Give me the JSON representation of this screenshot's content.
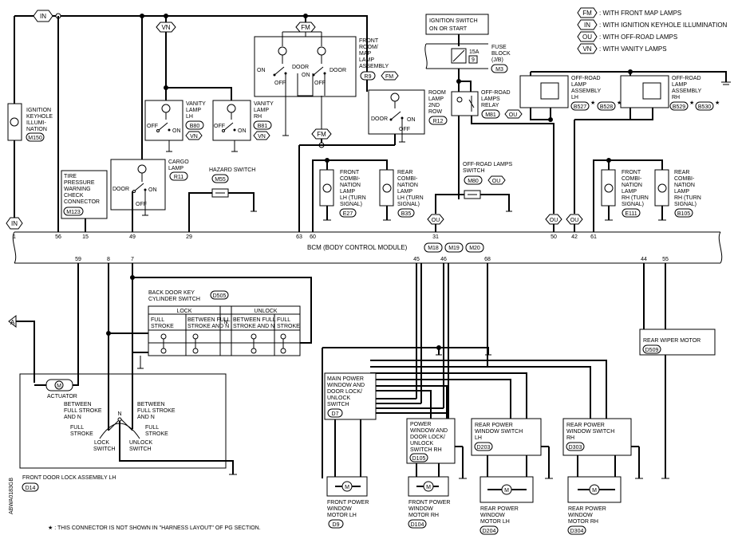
{
  "legend": [
    {
      "code": "FM",
      "text": ": WITH FRONT MAP LAMPS"
    },
    {
      "code": "IN",
      "text": ": WITH IGNITION KEYHOLE ILLUMINATION"
    },
    {
      "code": "OU",
      "text": ": WITH OFF-ROAD LAMPS"
    },
    {
      "code": "VN",
      "text": ": WITH VANITY LAMPS"
    }
  ],
  "bcm": {
    "label": "BCM (BODY CONTROL MODULE)",
    "connectors": [
      "M18",
      "M19",
      "M20"
    ],
    "pins_top": [
      "1",
      "56",
      "15",
      "49",
      "29",
      "63",
      "60",
      "31",
      "50",
      "42",
      "61"
    ],
    "pins_bottom": [
      "59",
      "8",
      "7",
      "45",
      "46",
      "68",
      "44",
      "55"
    ]
  },
  "tags": {
    "IN": "IN",
    "VN": "VN",
    "FM": "FM",
    "OU": "OU"
  },
  "ignition_switch": {
    "lines": [
      "IGNITION SWITCH",
      "ON OR START"
    ]
  },
  "fuse_block": {
    "lines": [
      "FUSE",
      "BLOCK",
      "(J/B)"
    ],
    "amp": "15A",
    "num": "9",
    "conn": "M3"
  },
  "keyhole": {
    "lines": [
      "IGNITION",
      "KEYHOLE",
      "ILLUMI-",
      "NATION"
    ],
    "conn": "M150"
  },
  "tpw": {
    "lines": [
      "TIRE",
      "PRESSURE",
      "WARNING",
      "CHECK",
      "CONNECTOR"
    ],
    "conn": "M123"
  },
  "vanity_lh": {
    "lines": [
      "VANITY",
      "LAMP",
      "LH"
    ],
    "conn": "B80",
    "tag": "VN"
  },
  "vanity_rh": {
    "lines": [
      "VANITY",
      "LAMP",
      "RH"
    ],
    "conn": "B81",
    "tag": "VN"
  },
  "cargo": {
    "lines": [
      "CARGO",
      "LAMP"
    ],
    "conn": "R11"
  },
  "front_room": {
    "lines": [
      "FRONT",
      "ROOM/",
      "MAP",
      "LAMP",
      "ASSEMBLY"
    ],
    "conn": "R9",
    "tag": "FM"
  },
  "room2": {
    "lines": [
      "ROOM",
      "LAMP",
      "2ND",
      "ROW"
    ],
    "conn": "R12"
  },
  "offroad_relay": {
    "lines": [
      "OFF-ROAD",
      "LAMPS",
      "RELAY"
    ],
    "conn": "M81",
    "tag": "OU"
  },
  "offroad_lh": {
    "lines": [
      "OFF-ROAD",
      "LAMP",
      "ASSEMBLY",
      "LH"
    ],
    "conn1": "B527",
    "conn2": "B528"
  },
  "offroad_rh": {
    "lines": [
      "OFF-ROAD",
      "LAMP",
      "ASSEMBLY",
      "RH"
    ],
    "conn1": "B529",
    "conn2": "B530"
  },
  "hazard": {
    "label": "HAZARD SWITCH",
    "conn": "M55"
  },
  "fcomb_lh": {
    "lines": [
      "FRONT",
      "COMBI-",
      "NATION",
      "LAMP",
      "LH (TURN",
      "SIGNAL)"
    ],
    "conn": "E27"
  },
  "rcomb_lh": {
    "lines": [
      "REAR",
      "COMBI-",
      "NATION",
      "LAMP",
      "LH (TURN",
      "SIGNAL)"
    ],
    "conn": "B35"
  },
  "offroad_sw": {
    "lines": [
      "OFF-ROAD LAMPS",
      "SWITCH"
    ],
    "conn": "M80",
    "tag": "OU"
  },
  "fcomb_rh": {
    "lines": [
      "FRONT",
      "COMBI-",
      "NATION",
      "LAMP",
      "RH (TURN",
      "SIGNAL)"
    ],
    "conn": "E111"
  },
  "rcomb_rh": {
    "lines": [
      "REAR",
      "COMBI-",
      "NATION",
      "LAMP",
      "RH (TURN",
      "SIGNAL)"
    ],
    "conn": "B105"
  },
  "sw_words": {
    "off": "OFF",
    "on": "ON",
    "door": "DOOR",
    "star": "★"
  },
  "backdoor": {
    "lines": [
      "BACK DOOR KEY",
      "CYLINDER SWITCH"
    ],
    "conn": "D505",
    "lock": "LOCK",
    "unlock": "UNLOCK",
    "n": "N",
    "c1": [
      "FULL",
      "STROKE"
    ],
    "c2": [
      "BETWEEN FULL",
      "STROKE AND N"
    ],
    "c4": [
      "BETWEEN FULL",
      "STROKE AND N"
    ],
    "c5": [
      "FULL",
      "STROKE"
    ]
  },
  "front_door": {
    "label": "FRONT DOOR  LOCK ASSEMBLY LH",
    "conn": "D14",
    "actuator": "ACTUATOR",
    "left_lines": [
      "BETWEEN",
      "FULL STROKE",
      "AND N"
    ],
    "right_lines": [
      "BETWEEN",
      "FULL STROKE",
      "AND N"
    ],
    "full_l": [
      "FULL",
      "STROKE"
    ],
    "full_r": [
      "FULL",
      "STROKE"
    ],
    "lock_sw": [
      "LOCK",
      "SWITCH"
    ],
    "unlock_sw": [
      "UNLOCK",
      "SWITCH"
    ],
    "n": "N"
  },
  "main_pw": {
    "lines": [
      "MAIN POWER",
      "WINDOW AND",
      "DOOR LOCK/",
      "UNLOCK",
      "SWITCH"
    ],
    "conn": "D7"
  },
  "pw_rh": {
    "lines": [
      "POWER",
      "WINDOW AND",
      "DOOR LOCK/",
      "UNLOCK",
      "SWITCH RH"
    ],
    "conn": "D105"
  },
  "rpw_lh": {
    "lines": [
      "REAR POWER",
      "WINDOW SWITCH",
      "LH"
    ],
    "conn": "D203"
  },
  "rpw_rh": {
    "lines": [
      "REAR POWER",
      "WINDOW SWITCH",
      "RH"
    ],
    "conn": "D303"
  },
  "wiper": {
    "label": "REAR WIPER MOTOR",
    "conn": "D509"
  },
  "motors": [
    {
      "lines": [
        "FRONT POWER",
        "WINDOW",
        "MOTOR LH"
      ],
      "conn": "D9"
    },
    {
      "lines": [
        "FRONT POWER",
        "WINDOW",
        "MOTOR RH"
      ],
      "conn": "D104"
    },
    {
      "lines": [
        "REAR POWER",
        "WINDOW",
        "MOTOR LH"
      ],
      "conn": "D204"
    },
    {
      "lines": [
        "REAR POWER",
        "WINDOW",
        "MOTOR RH"
      ],
      "conn": "D304"
    }
  ],
  "motor_glyph": "M",
  "ref_a": "A",
  "footnote": "★ : THIS CONNECTOR IS NOT SHOWN IN \"HARNESS LAYOUT\" OF PG SECTION.",
  "diagram_code": "ABWA0183GB"
}
